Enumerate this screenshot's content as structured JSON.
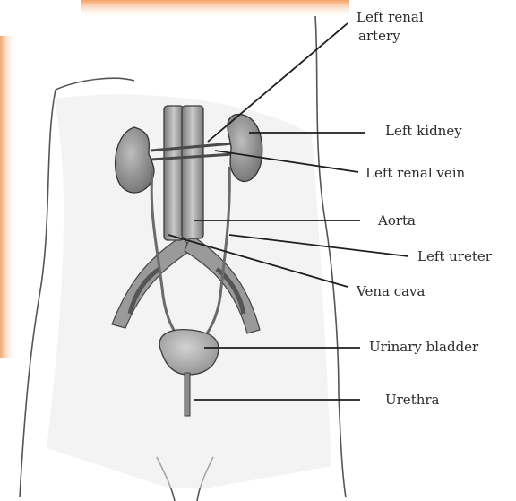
{
  "labels": {
    "left_renal_artery": [
      "Left renal",
      "artery"
    ],
    "left_kidney": "Left kidney",
    "left_renal_vein": "Left renal vein",
    "aorta": "Aorta",
    "left_ureter": "Left ureter",
    "vena_cava": "Vena cava",
    "urinary_bladder": "Urinary bladder",
    "urethra": "Urethra"
  },
  "colors": {
    "organ_shading": "#8a8a8a",
    "vessel_shading": "#9c9c9c",
    "body_outline": "#555555",
    "leader_line": "#1e1e1e",
    "accent_band": "#f7a25f"
  }
}
